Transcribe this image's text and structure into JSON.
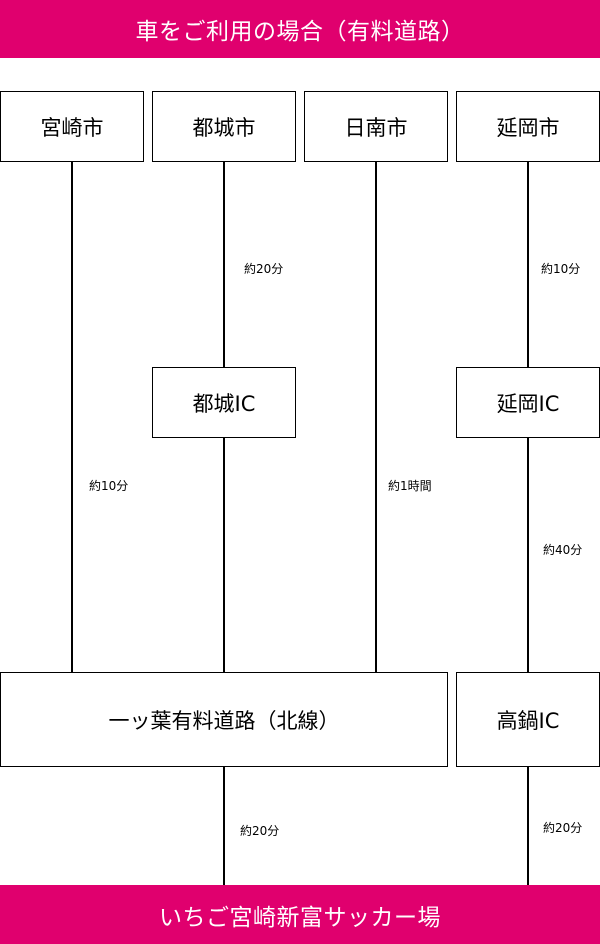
{
  "header": {
    "title": "車をご利用の場合（有料道路）"
  },
  "footer": {
    "destination": "いちご宮崎新富サッカー場"
  },
  "origins": [
    {
      "id": "miyazaki",
      "label": "宮崎市"
    },
    {
      "id": "miyakonojo",
      "label": "都城市"
    },
    {
      "id": "nichinan",
      "label": "日南市"
    },
    {
      "id": "nobeoka",
      "label": "延岡市"
    }
  ],
  "interchanges": {
    "miyakonojo_ic": "都城IC",
    "nobeoka_ic": "延岡IC",
    "takanabe_ic": "高鍋IC"
  },
  "road": {
    "label": "一ッ葉有料道路（北線）"
  },
  "times": {
    "miyazaki_to_road": "約10分",
    "miyakonojo_to_ic": "約20分",
    "nichinan_to_road": "約1時間",
    "nobeoka_to_ic": "約10分",
    "nobeoka_ic_to_takanabe_ic": "約40分",
    "road_to_destination": "約20分",
    "takanabe_ic_to_destination": "約20分"
  },
  "colors": {
    "banner": "#e0006e",
    "banner_text": "#ffffff"
  }
}
